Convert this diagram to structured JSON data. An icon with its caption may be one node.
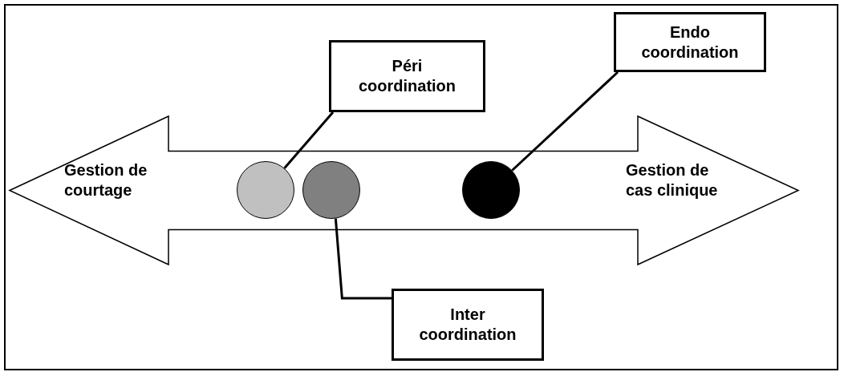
{
  "diagram": {
    "nodes": [
      {
        "text": [
          "Gestion de courtage",
          "Gestion de cas clinique"
        ]
      },
      {
        "text": [
          "Péri coordination"
        ]
      },
      {
        "text": [
          "Endo coordination"
        ]
      },
      {
        "text": [],
        "shape": "circle",
        "in": 0
      },
      {
        "text": [],
        "shape": "circle",
        "in": 0
      },
      {
        "text": [],
        "shape": "circle",
        "in": 0
      },
      {
        "text": [
          "Inter coordination"
        ]
      }
    ],
    "edges": [
      {
        "from": 1,
        "to": 3,
        "arrow": "none"
      },
      {
        "from": 2,
        "to": 5,
        "arrow": "none"
      },
      {
        "from": 6,
        "to": 4,
        "arrow": "none"
      }
    ]
  }
}
